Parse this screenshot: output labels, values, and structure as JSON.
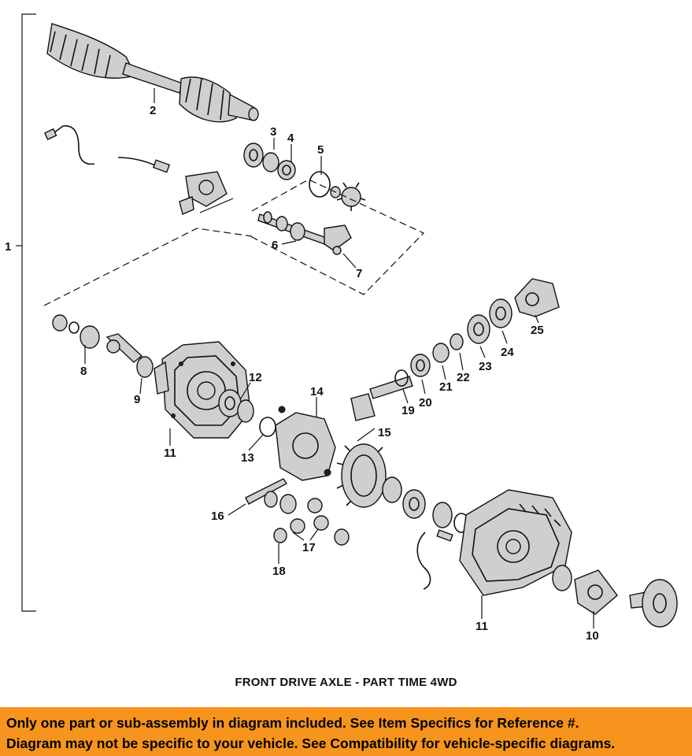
{
  "caption": "FRONT DRIVE AXLE - PART TIME 4WD",
  "notice": {
    "line1": "Only one part or sub-assembly in diagram included. See Item Specifics for Reference #.",
    "line2": "Diagram may not be specific to your vehicle. See Compatibility for vehicle-specific diagrams."
  },
  "callouts": {
    "c1": "1",
    "c2": "2",
    "c3": "3",
    "c4": "4",
    "c5": "5",
    "c6": "6",
    "c7": "7",
    "c8": "8",
    "c9": "9",
    "c10": "10",
    "c11a": "11",
    "c11b": "11",
    "c12": "12",
    "c13": "13",
    "c14": "14",
    "c15": "15",
    "c16": "16",
    "c17": "17",
    "c18": "18",
    "c19": "19",
    "c20": "20",
    "c21": "21",
    "c22": "22",
    "c23": "23",
    "c24": "24",
    "c25": "25"
  },
  "colors": {
    "notice_bg": "#f7941d",
    "ink": "#111111"
  }
}
